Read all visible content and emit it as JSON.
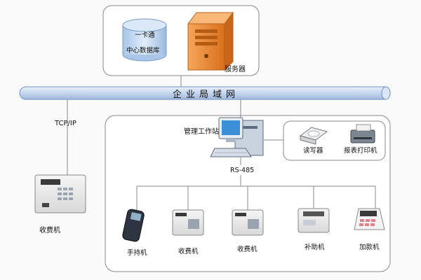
{
  "diagram": {
    "network_label": "企业局域网",
    "protocol_label": "TCP/IP",
    "database_label_line1": "一卡通",
    "database_label_line2": "中心数据库",
    "server_label": "服务器",
    "workstation_label": "管理工作站",
    "bus_label": "RS-485",
    "card_reader_label": "读写器",
    "report_printer_label": "报表打印机",
    "left_terminal_label": "收费机",
    "handheld_label": "手持机",
    "terminal_a_label": "收费机",
    "terminal_b_label": "收费机",
    "subsidy_label": "补助机",
    "topup_label": "加款机"
  },
  "colors": {
    "network_bar": "#c9d9ef",
    "server_body": "#e8872e",
    "database": "#bdd5ef",
    "panel_border": "#8a8a8a",
    "line": "#888888"
  }
}
